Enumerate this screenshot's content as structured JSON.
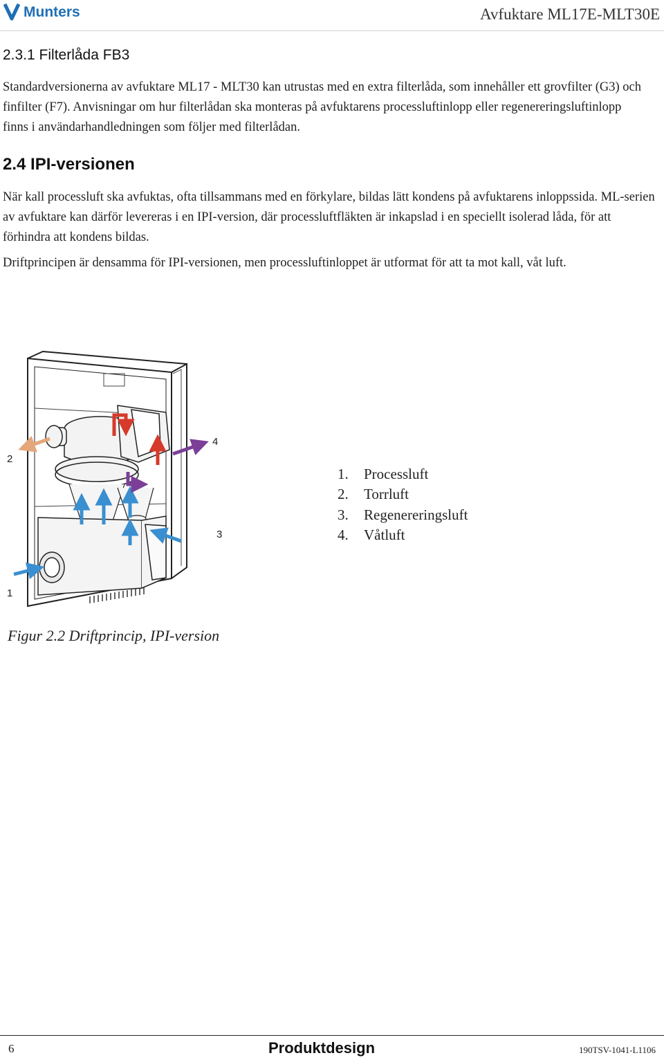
{
  "header": {
    "logo_text": "Munters",
    "title": "Avfuktare ML17E-MLT30E"
  },
  "sections": {
    "s231": {
      "heading": "2.3.1   Filterlåda FB3",
      "body": "Standardversionerna av avfuktare ML17 - MLT30 kan utrustas med en extra filterlåda, som innehåller ett grovfilter (G3) och finfilter (F7). Anvisningar om hur filterlådan ska monteras på avfuktarens processluftinlopp eller regenereringsluftinlopp finns i användarhandledningen som följer med filterlådan."
    },
    "s24": {
      "heading": "2.4   IPI-versionen",
      "body1": "När kall processluft ska avfuktas, ofta tillsammans med en förkylare, bildas lätt kondens på avfuktarens inloppssida. ML-serien av avfuktare kan därför levereras i en IPI-version, där processluftfläkten är inkapslad i en speciellt isolerad låda, för att förhindra att kondens bildas.",
      "body2": "Driftprincipen är densamma för IPI-versionen, men processluftinloppet är utformat för att ta mot kall, våt luft."
    }
  },
  "figure": {
    "callouts": {
      "c1": "1",
      "c2": "2",
      "c3": "3",
      "c4": "4"
    },
    "legend": [
      {
        "num": "1.",
        "label": "Processluft"
      },
      {
        "num": "2.",
        "label": "Torrluft"
      },
      {
        "num": "3.",
        "label": "Regenereringsluft"
      },
      {
        "num": "4.",
        "label": "Våtluft"
      }
    ],
    "caption": "Figur 2.2 Driftprincip, IPI-version",
    "colors": {
      "process": "#3a8fd0",
      "dry": "#e3a77a",
      "regeneration": "#d63a2a",
      "wet": "#7b3f98"
    }
  },
  "footer": {
    "page": "6",
    "center": "Produktdesign",
    "code": "190TSV-1041-L1106"
  }
}
